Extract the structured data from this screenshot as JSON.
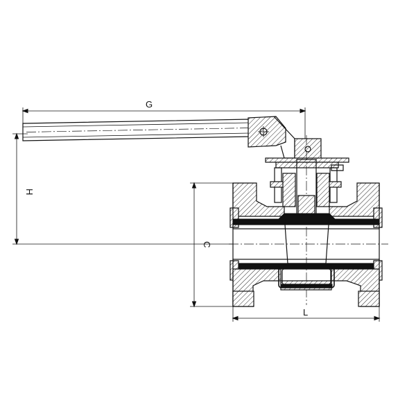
{
  "dimensions": {
    "G": "G",
    "H": "H",
    "C": "C",
    "L": "L"
  },
  "colors": {
    "line": "#111111",
    "background": "#ffffff"
  }
}
